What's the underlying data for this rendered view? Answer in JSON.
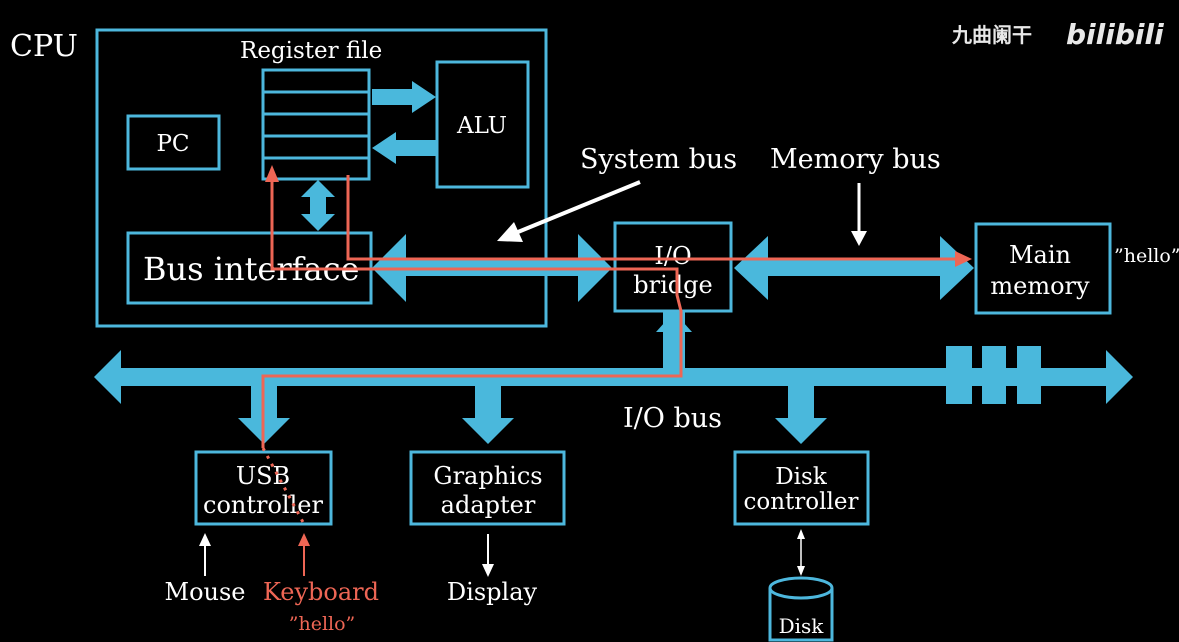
{
  "watermark": {
    "author": "九曲阑干",
    "logo": "bilibili"
  },
  "cpu": {
    "label": "CPU",
    "register_file": "Register file",
    "pc": "PC",
    "alu": "ALU",
    "bus_interface": "Bus interface"
  },
  "labels": {
    "system_bus": "System bus",
    "memory_bus": "Memory bus",
    "io_bus": "I/O bus"
  },
  "io_bridge": {
    "line1": "I/O",
    "line2": "bridge"
  },
  "main_memory": {
    "line1": "Main",
    "line2": "memory",
    "contents": "”hello”"
  },
  "usb_controller": {
    "line1": "USB",
    "line2": "controller"
  },
  "graphics_adapter": {
    "line1": "Graphics",
    "line2": "adapter"
  },
  "disk_controller": {
    "line1": "Disk",
    "line2": "controller"
  },
  "devices": {
    "mouse": "Mouse",
    "keyboard": "Keyboard",
    "keyboard_input": "”hello”",
    "display": "Display",
    "disk": "Disk"
  },
  "colors": {
    "component_border": "#4db7dd",
    "bus_fill": "#4ab8dc",
    "data_path": "#ee6655",
    "text": "#ffffff",
    "background": "#000000"
  }
}
